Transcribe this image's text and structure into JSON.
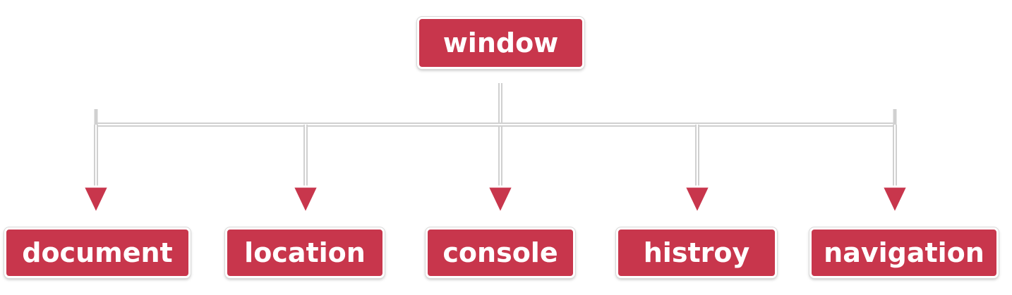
{
  "diagram": {
    "root": "window",
    "children": [
      "document",
      "location",
      "console",
      "histroy",
      "navigation"
    ]
  },
  "colors": {
    "node_fill": "#c8364c",
    "node_text": "#ffffff",
    "arrow_fill": "#c8364c",
    "connector": "#d0d0d0"
  }
}
